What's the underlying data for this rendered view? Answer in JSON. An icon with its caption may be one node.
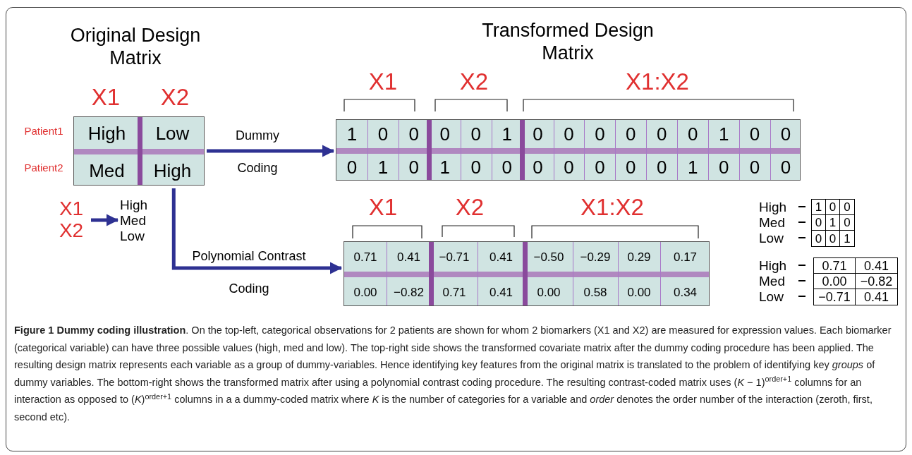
{
  "diagram": {
    "caption": "**Figure 1 Dummy coding illustration**. On the top-left, categorical observations for 2 patients are shown for whom 2 biomarkers (X1 and X2) are measured for expression values. Each biomarker (categorical variable) can have three possible values (high, med and low). The top-right side shows the transformed covariate matrix after the dummy coding procedure has been applied. The resulting design matrix represents each variable as a group of dummy-variables. Hence identifying key features from the original matrix is translated to the problem of identifying key *groups* of dummy variables. The bottom-right shows the transformed matrix after using a polynomial contrast coding procedure. The resulting contrast-coded matrix uses (*K* − 1)$^{order+1}$ columns for an interaction as opposed to (*K*)$^{order+1}$ columns in a a dummy-coded matrix where *K* is the number of categories for a variable and *order* denotes the order number of the interaction (zeroth, first, second etc).",
    "nodes": [
      {
        "text": [
          "High",
          "Low",
          "Med",
          "High"
        ]
      },
      {
        "text": [
          "1",
          "0",
          "0",
          "0",
          "0",
          "1",
          "0",
          "0",
          "0",
          "0",
          "0",
          "0",
          "1",
          "0",
          "0",
          "0",
          "1",
          "0",
          "1",
          "0",
          "0",
          "0",
          "0",
          "0",
          "0",
          "0",
          "1",
          "0",
          "0",
          "0"
        ]
      },
      {
        "text": [
          "0.71",
          "0.41",
          "−0.71",
          "0.41",
          "−0.50",
          "−0.29",
          "0.29",
          "0.17",
          "0.00",
          "−0.82",
          "0.71",
          "0.41",
          "0.00",
          "0.58",
          "0.00",
          "0.34"
        ]
      },
      {
        "text": [
          "X1",
          "X2"
        ]
      },
      {
        "text": [
          "High",
          "Med",
          "Low"
        ]
      }
    ],
    "edges": [
      {
        "from": 0,
        "to": 1,
        "arrow": "to",
        "label": "Dummy Coding"
      },
      {
        "from": 0,
        "to": 2,
        "arrow": "to",
        "label": "Polynomial Contrast Coding"
      },
      {
        "from": 3,
        "to": 4,
        "arrow": "to"
      }
    ],
    "labels": [
      "Original Design Matrix",
      "Transformed Design Matrix",
      "X1",
      "X2",
      "X1",
      "X2",
      "X1:X2",
      "Patient1",
      "Patient2",
      "X1",
      "X2",
      "X1:X2",
      "High",
      "Med",
      "Low",
      "1",
      "0",
      "0",
      "0",
      "1",
      "0",
      "0",
      "0",
      "1",
      "High",
      "Med",
      "Low",
      "0.71",
      "0.41",
      "0.00",
      "−0.82",
      "−0.71",
      "0.41"
    ]
  }
}
